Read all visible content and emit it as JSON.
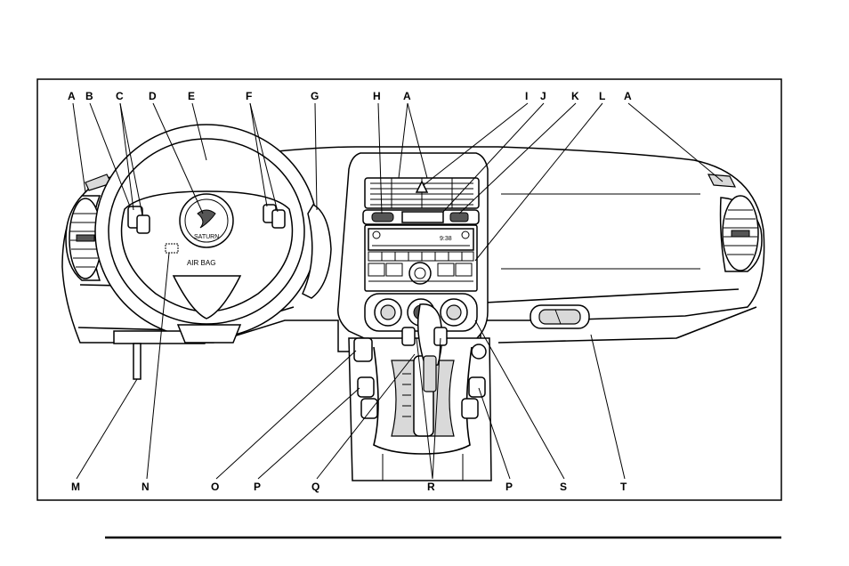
{
  "callouts_top": [
    "A",
    "B",
    "C",
    "D",
    "E",
    "F",
    "G",
    "H",
    "A",
    "I",
    "J",
    "K",
    "L",
    "A"
  ],
  "callouts_bottom": [
    "M",
    "N",
    "O",
    "P",
    "Q",
    "R",
    "P",
    "S",
    "T"
  ],
  "airbag_label": "AIR BAG",
  "radio_time": "9:38",
  "brand_mark": "SATURN"
}
